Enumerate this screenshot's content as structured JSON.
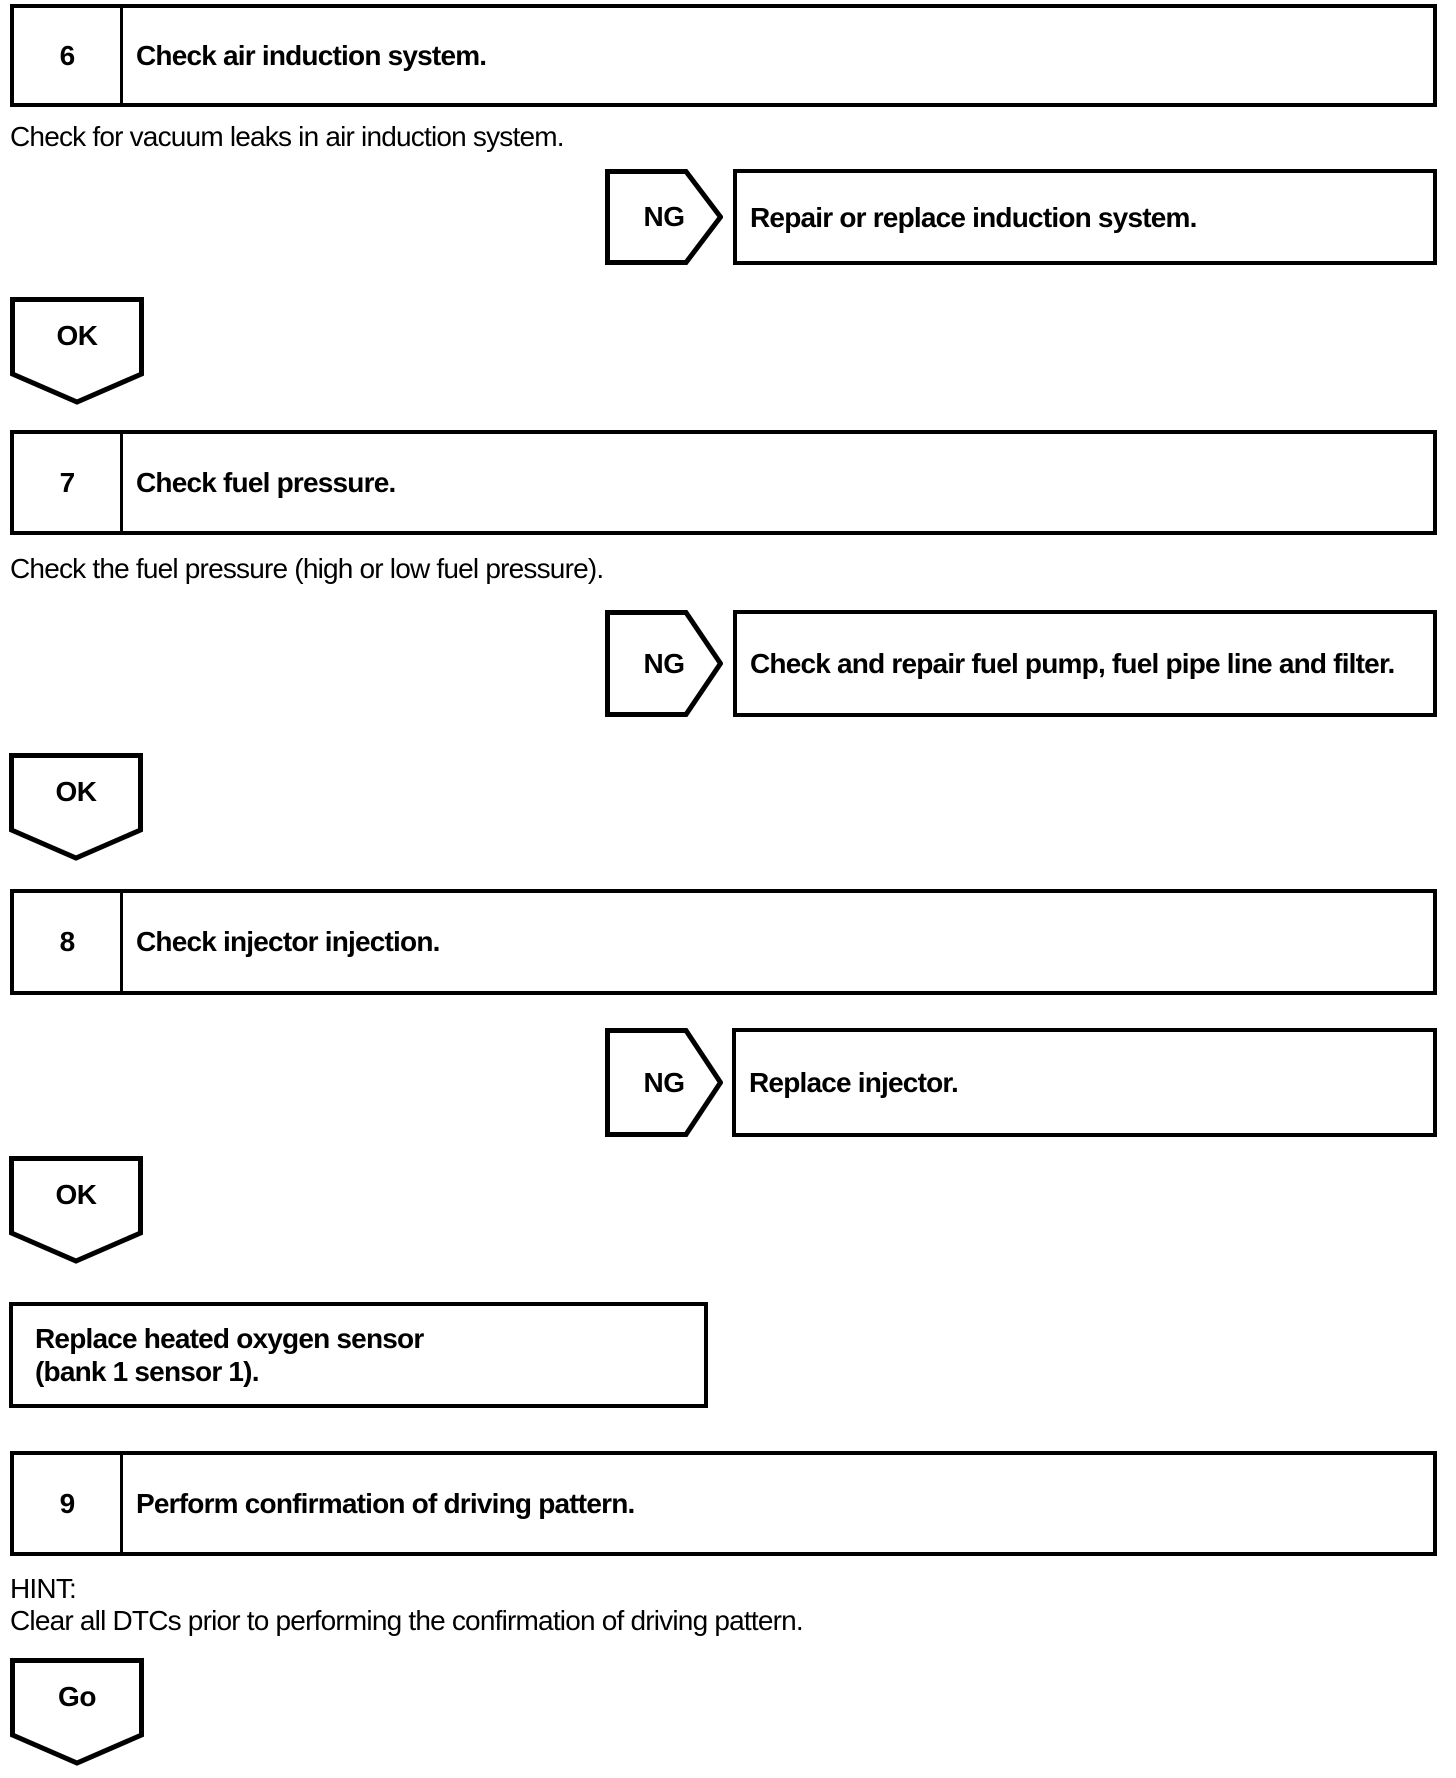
{
  "page": {
    "background": "#ffffff",
    "ink": "#000000"
  },
  "flow": {
    "step6": {
      "number": "6",
      "title": "Check air induction system.",
      "instruction": "Check for vacuum leaks in air induction system."
    },
    "branch6": {
      "label": "NG",
      "action": "Repair or replace induction system."
    },
    "ok6": "OK",
    "step7": {
      "number": "7",
      "title": "Check fuel pressure.",
      "instruction": "Check the fuel pressure (high or low fuel pressure)."
    },
    "branch7": {
      "label": "NG",
      "action": "Check and repair fuel pump, fuel pipe line and filter."
    },
    "ok7": "OK",
    "step8": {
      "number": "8",
      "title": "Check injector injection."
    },
    "branch8": {
      "label": "NG",
      "action": "Replace injector."
    },
    "ok8": "OK",
    "final_action": {
      "line1": "Replace heated oxygen sensor",
      "line2": "(bank 1 sensor 1)."
    },
    "step9": {
      "number": "9",
      "title": "Perform confirmation of driving pattern.",
      "hint_label": "HINT:",
      "hint_text": "Clear all DTCs prior to performing the confirmation of driving pattern."
    },
    "go": "Go"
  }
}
